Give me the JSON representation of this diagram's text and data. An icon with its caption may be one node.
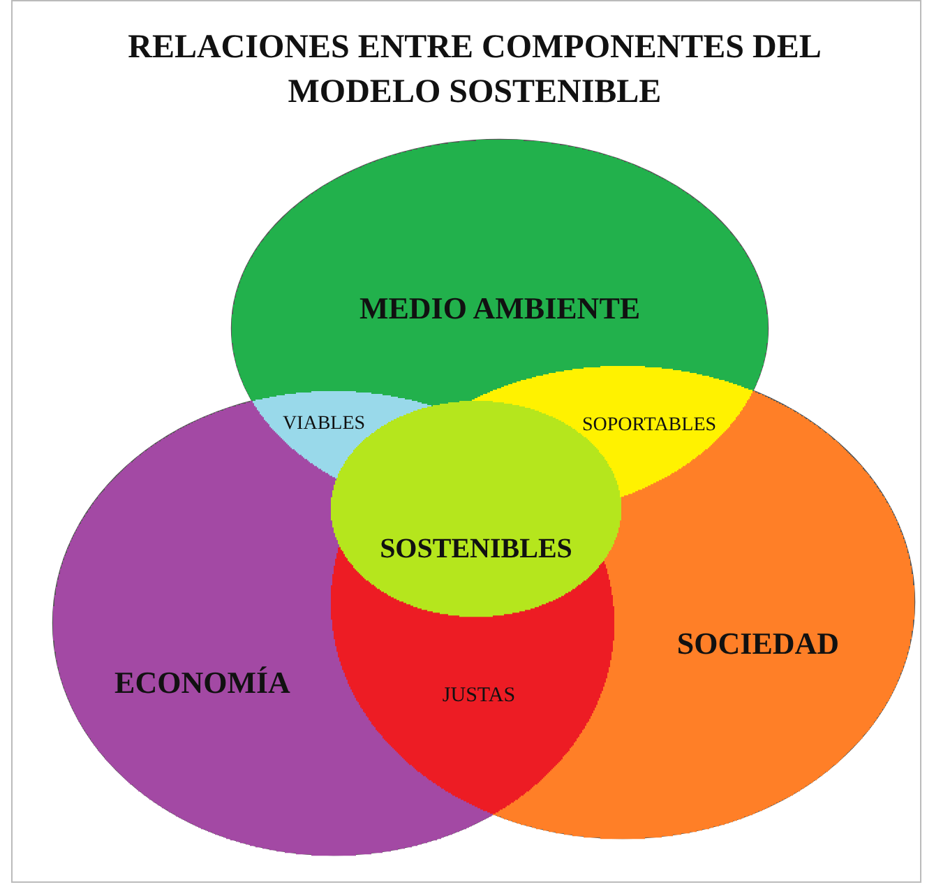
{
  "diagram": {
    "title": "RELACIONES ENTRE COMPONENTES DEL MODELO SOSTENIBLE",
    "nodes": [
      {
        "text": [
          "MEDIO AMBIENTE"
        ]
      },
      {
        "text": [
          "VIABLES"
        ]
      },
      {
        "text": [
          "SOPORTABLES"
        ]
      },
      {
        "text": [
          "SOSTENIBLES"
        ]
      },
      {
        "text": [
          "ECONOMÍA"
        ]
      },
      {
        "text": [
          "JUSTAS"
        ]
      },
      {
        "text": [
          "SOCIEDAD"
        ]
      }
    ],
    "edges": []
  }
}
